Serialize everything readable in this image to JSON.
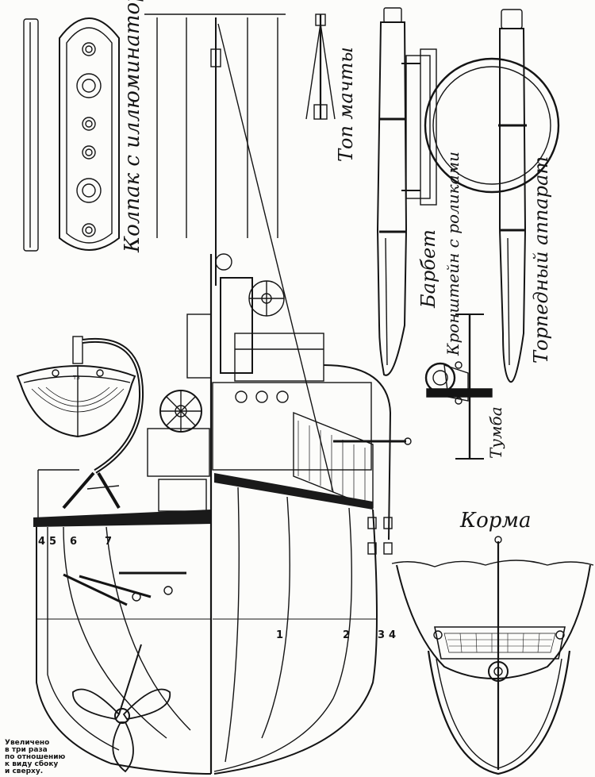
{
  "labels": {
    "cap_with_illuminators": "Колпак с иллюминаторами",
    "mast_top": "Топ мачты",
    "barbette": "Барбет",
    "bracket_with_rollers": "Кронштейн с роликами",
    "bollard": "Тумба",
    "torpedo_tube": "Торпедный аппарат",
    "stern": "Корма"
  },
  "frame_numbers": {
    "top_row": [
      "4",
      "5",
      "6",
      "7"
    ],
    "hull_row": [
      "1",
      "2",
      "3",
      "4"
    ]
  },
  "boat_marking": "ТЗ",
  "scale_note": [
    "Увеличено",
    "в три раза",
    "по отношению",
    "к виду сбоку",
    "и сверху."
  ],
  "colors": {
    "ink": "#141414",
    "paper": "#fcfcfa",
    "deck": "#1a1a1a"
  }
}
